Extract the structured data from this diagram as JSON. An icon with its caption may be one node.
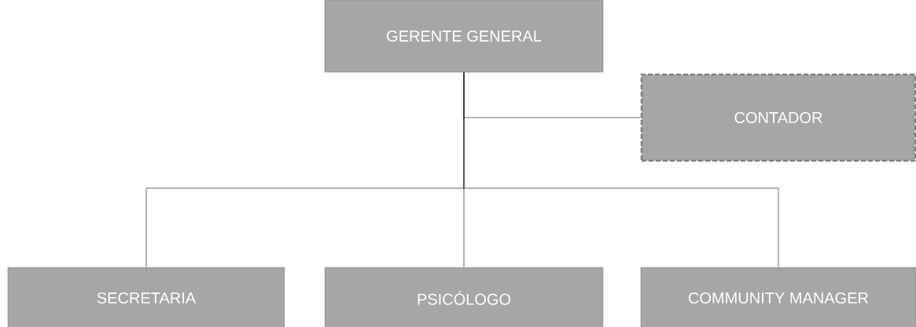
{
  "diagram": {
    "nodes": [
      {
        "text": [
          "GERENTE GENERAL"
        ]
      },
      {
        "text": [
          "CONTADOR"
        ]
      },
      {
        "text": [
          "SECRETARIA"
        ]
      },
      {
        "text": [
          "PSICÓLOGO"
        ]
      },
      {
        "text": [
          "COMMUNITY MANAGER"
        ]
      }
    ],
    "edges": [
      {
        "from": 0,
        "to": 1,
        "arrow": "none"
      },
      {
        "from": 0,
        "to": 2,
        "arrow": "none"
      },
      {
        "from": 0,
        "to": 3,
        "arrow": "none"
      },
      {
        "from": 0,
        "to": 4,
        "arrow": "none"
      }
    ]
  }
}
